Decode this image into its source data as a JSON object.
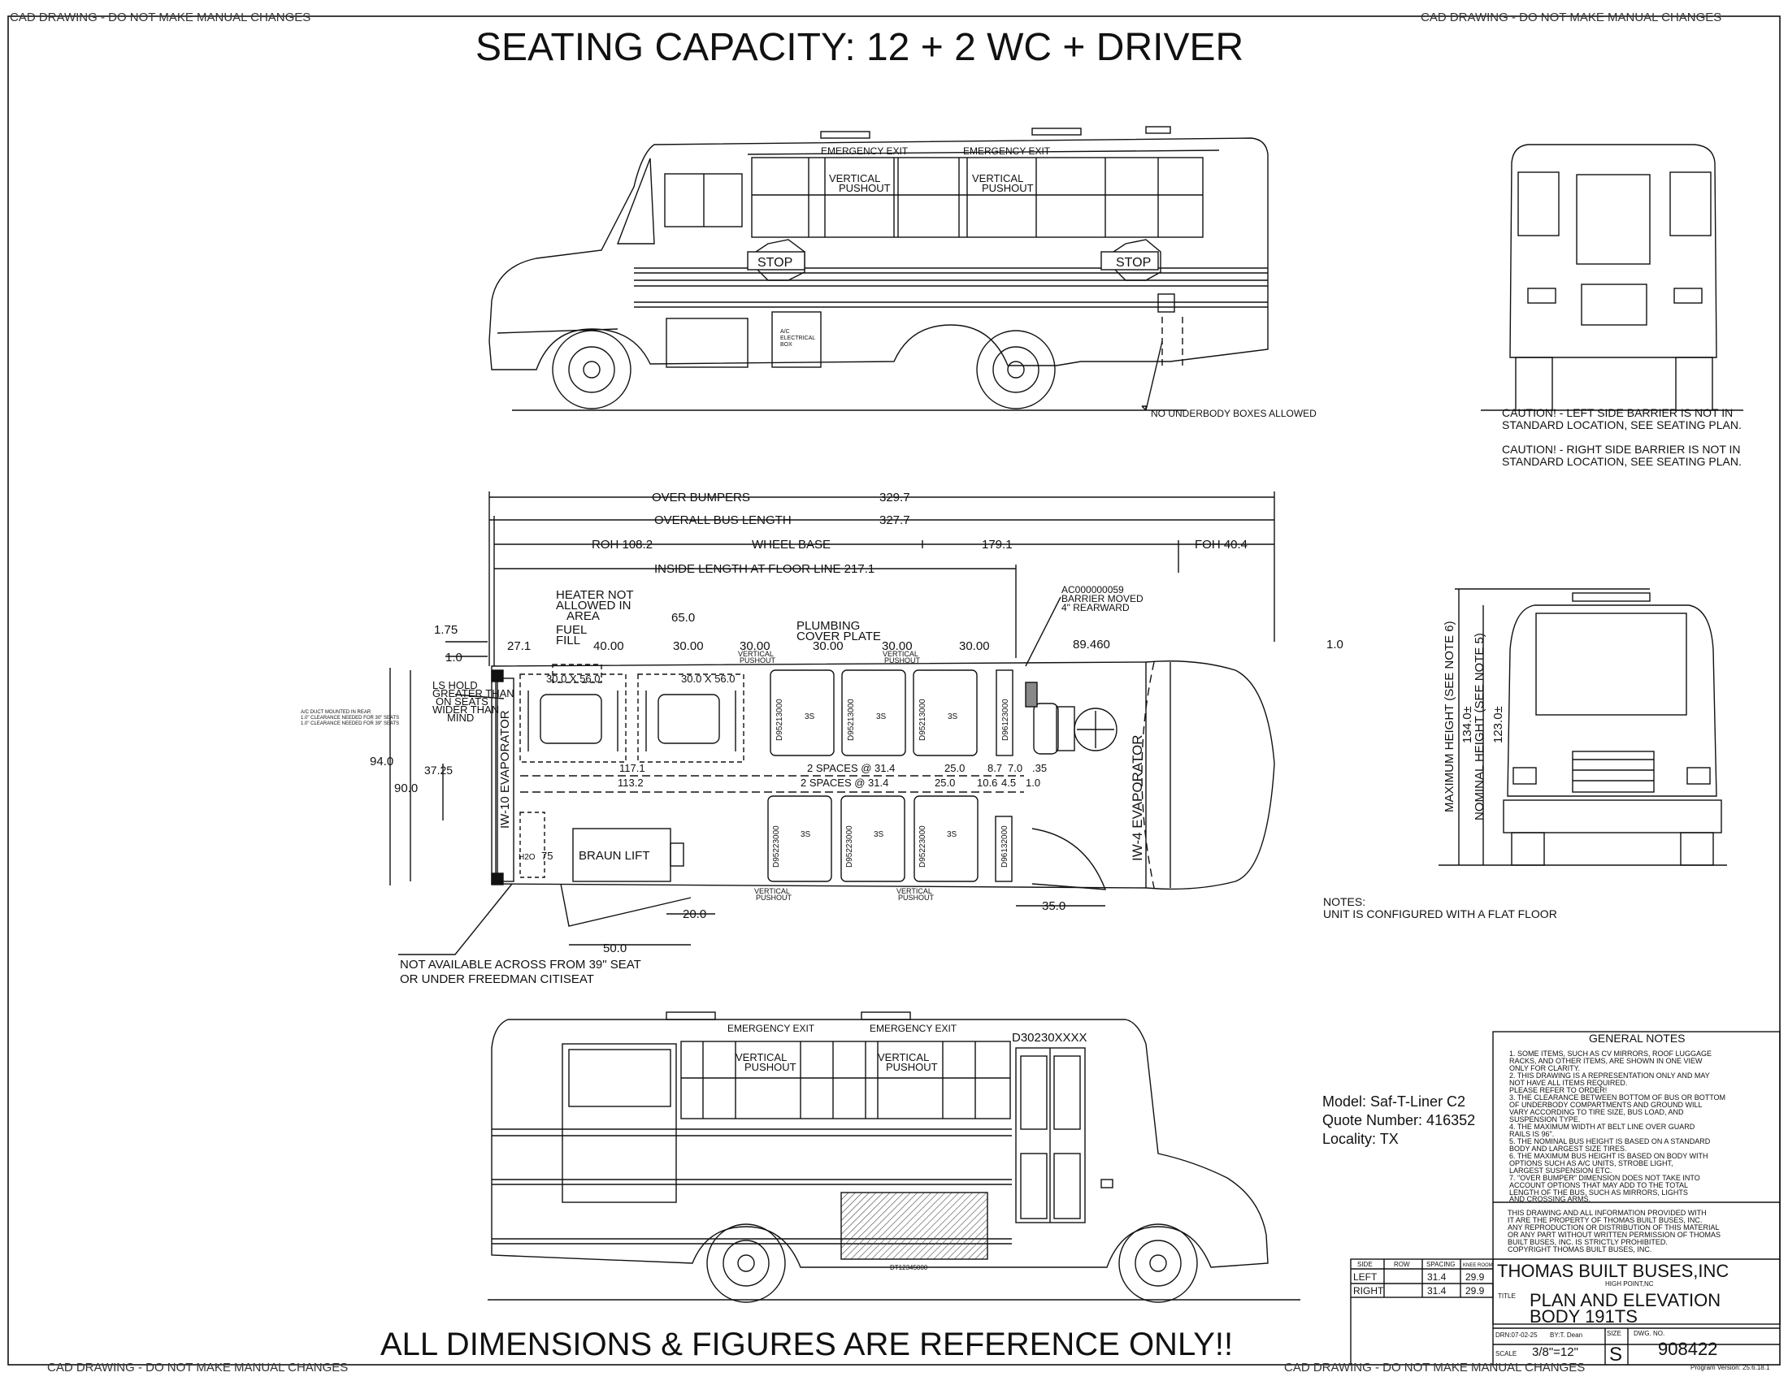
{
  "header": {
    "warning": "CAD DRAWING - DO NOT MAKE MANUAL CHANGES",
    "seating_capacity": "SEATING CAPACITY: 12 + 2 WC  + DRIVER"
  },
  "footer": {
    "reference": "ALL DIMENSIONS & FIGURES ARE REFERENCE ONLY!!",
    "program_version": "Program Version: 25.6.18.1"
  },
  "side_view_top": {
    "emergency_exit_1": "EMERGENCY EXIT",
    "emergency_exit_2": "EMERGENCY EXIT",
    "vertical_1": "VERTICAL",
    "pushout_1": "PUSHOUT",
    "vertical_2": "VERTICAL",
    "pushout_2": "PUSHOUT",
    "stop_1": "STOP",
    "stop_2": "STOP",
    "ac_box_1": "A/C",
    "ac_box_2": "ELECTRICAL",
    "ac_box_3": "BOX",
    "no_underbody": "NO UNDERBODY BOXES ALLOWED"
  },
  "rear_view": {
    "caution_left_1": "CAUTION! - LEFT SIDE BARRIER IS NOT IN",
    "caution_left_2": "STANDARD LOCATION, SEE SEATING PLAN.",
    "caution_right_1": "CAUTION! - RIGHT SIDE BARRIER IS NOT IN",
    "caution_right_2": "STANDARD LOCATION, SEE SEATING PLAN."
  },
  "plan_view": {
    "over_bumpers_label": "OVER BUMPERS",
    "over_bumpers_value": "329.7",
    "overall_length_label": "OVERALL BUS LENGTH",
    "overall_length_value": "327.7",
    "roh": "ROH  108.2",
    "wheel_base_label": "WHEEL BASE",
    "wheel_base_value": "179.1",
    "foh": "FOH  40.4",
    "inside_length": "INSIDE LENGTH AT FLOOR LINE  217.1",
    "heater_1": "HEATER NOT",
    "heater_2": "ALLOWED IN",
    "heater_3": "AREA",
    "fuel_1": "FUEL",
    "fuel_2": "FILL",
    "dim_65": "65.0",
    "plumbing_1": "PLUMBING",
    "plumbing_2": "COVER PLATE",
    "dim_175": "1.75",
    "dim_10_left": "1.0",
    "dim_271": "27.1",
    "dim_400": "40.00",
    "dim_300_a": "30.00",
    "dim_300_b": "30.00",
    "dim_300_c": "30.00",
    "dim_300_d": "30.00",
    "dim_300_e": "30.00",
    "vp_top_1": "VERTICAL",
    "vp_top_2": "PUSHOUT",
    "vp_top_3": "VERTICAL",
    "vp_top_4": "PUSHOUT",
    "dim_89": "89.460",
    "dim_10_right": "1.0",
    "ac_note_1": "AC000000059",
    "ac_note_2": "BARRIER MOVED",
    "ac_note_3": "4\" REARWARD",
    "wc_1": "30.0 X 56.0",
    "wc_2": "30.0 X 56.0",
    "ls_hold_1": "LS HOLD",
    "ls_hold_2": "GREATER THAN",
    "ls_hold_3": "ON SEATS",
    "ls_hold_4": "WIDER THAN",
    "ls_hold_5": "MIND",
    "ac_duct_1": "A/C DUCT MOUNTED IN REAR",
    "ac_duct_2": "1.0\" CLEARANCE NEEDED FOR 30\" SEATS",
    "ac_duct_3": "1.0\" CLEARANCE NEEDED FOR 39\" SEATS",
    "rear_evap": "IW-10 EVAPORATOR",
    "front_evap": "IW-4 EVAPORATOR",
    "dim_940": "94.0",
    "dim_900": "90.0",
    "dim_3725": "37.25",
    "dim_1171": "117.1",
    "dim_1132": "113.2",
    "spaces_1": "2 SPACES @ 31.4",
    "spaces_2": "2 SPACES @ 31.4",
    "dim_250_a": "25.0",
    "dim_87": "8.7",
    "dim_70": "7.0",
    "dim_35": ".35",
    "dim_250_b": "25.0",
    "dim_106": "10.6",
    "dim_45": "4.5",
    "dim_10": "1.0",
    "seat_top_1": "D95213000",
    "seat_top_2": "D95213000",
    "seat_top_3": "D95213000",
    "seat_top_4": "D96123000",
    "seat_bot_1": "D95223000",
    "seat_bot_2": "D95223000",
    "seat_bot_3": "D95223000",
    "seat_bot_4": "D96132000",
    "seat_marker": "3S",
    "braun_lift": "BRAUN LIFT",
    "h2o": "H2O",
    "h2o_75": "75",
    "vp_bot_1": "VERTICAL",
    "vp_bot_2": "PUSHOUT",
    "vp_bot_3": "VERTICAL",
    "vp_bot_4": "PUSHOUT",
    "dim_200": "20.0",
    "dim_350": "35.0",
    "dim_500": "50.0",
    "not_available_1": "NOT AVAILABLE ACROSS FROM 39\" SEAT",
    "not_available_2": "OR UNDER FREEDMAN CITISEAT"
  },
  "front_view": {
    "max_height": "MAXIMUM HEIGHT (SEE NOTE 6)",
    "max_height_value": "134.0±",
    "nominal_height": "NOMINAL HEIGHT (SEE NOTE 5)",
    "nominal_height_value": "123.0±"
  },
  "notes": {
    "title": "NOTES:",
    "line_1": "UNIT IS CONFIGURED WITH A FLAT FLOOR"
  },
  "side_view_bottom": {
    "emergency_exit_1": "EMERGENCY EXIT",
    "emergency_exit_2": "EMERGENCY EXIT",
    "vertical_1": "VERTICAL",
    "pushout_1": "PUSHOUT",
    "vertical_2": "VERTICAL",
    "pushout_2": "PUSHOUT",
    "body_code": "D30230XXXX",
    "plate": "DT12345000"
  },
  "model_info": {
    "model": "Model: Saf-T-Liner C2",
    "quote": "Quote Number: 416352",
    "locality": "Locality: TX"
  },
  "general_notes": {
    "title": "GENERAL NOTES",
    "lines": [
      "1. SOME ITEMS, SUCH AS CV MIRRORS, ROOF LUGGAGE",
      "    RACKS, AND OTHER ITEMS, ARE SHOWN IN ONE VIEW",
      "    ONLY FOR CLARITY.",
      "2. THIS DRAWING IS A REPRESENTATION ONLY AND MAY",
      "    NOT HAVE ALL ITEMS REQUIRED.",
      "    PLEASE REFER TO ORDER!",
      "3. THE CLEARANCE BETWEEN BOTTOM OF BUS OR BOTTOM",
      "    OF UNDERBODY COMPARTMENTS AND GROUND WILL",
      "    VARY ACCORDING TO TIRE SIZE, BUS LOAD, AND",
      "    SUSPENSION TYPE.",
      "4. THE MAXIMUM WIDTH AT BELT LINE OVER GUARD",
      "    RAILS IS 96\".",
      "5. THE NOMINAL BUS HEIGHT IS BASED ON A STANDARD",
      "    BODY AND LARGEST SIZE TIRES.",
      "6. THE MAXIMUM BUS HEIGHT IS BASED ON BODY WITH",
      "    OPTIONS SUCH AS A/C UNITS, STROBE LIGHT,",
      "    LARGEST SUSPENSION ETC.",
      "7. \"OVER BUMPER\" DIMENSION DOES NOT TAKE INTO",
      "    ACCOUNT OPTIONS THAT MAY ADD TO THE TOTAL",
      "    LENGTH OF THE BUS, SUCH AS MIRRORS, LIGHTS",
      "    AND CROSSING ARMS."
    ],
    "copyright": [
      "THIS DRAWING AND ALL INFORMATION PROVIDED WITH",
      "IT ARE THE PROPERTY OF THOMAS BUILT BUSES, INC.",
      "ANY REPRODUCTION OR DISTRIBUTION OF THIS MATERIAL",
      "OR ANY PART WITHOUT WRITTEN PERMISSION OF THOMAS",
      "BUILT BUSES, INC. IS  STRICTLY PROHIBITED.",
      "COPYRIGHT THOMAS BUILT BUSES, INC."
    ]
  },
  "seat_table": {
    "headers": [
      "SIDE",
      "ROW",
      "SPACING",
      "KNEE ROOM"
    ],
    "rows": [
      [
        "LEFT",
        "",
        "31.4",
        "29.9"
      ],
      [
        "RIGHT",
        "",
        "31.4",
        "29.9"
      ]
    ]
  },
  "title_block": {
    "company": "THOMAS BUILT BUSES,INC",
    "location": "HIGH POINT,NC",
    "title_label": "TITLE",
    "title_1": "PLAN AND ELEVATION",
    "title_2": "BODY 191TS",
    "drn": "DRN:07-02-25",
    "by": "BY:T. Dean",
    "size_label": "SIZE",
    "size": "S",
    "dwg_label": "DWG. NO.",
    "dwg_no": "908422",
    "scale_label": "SCALE",
    "scale": "3/8\"=12\""
  }
}
